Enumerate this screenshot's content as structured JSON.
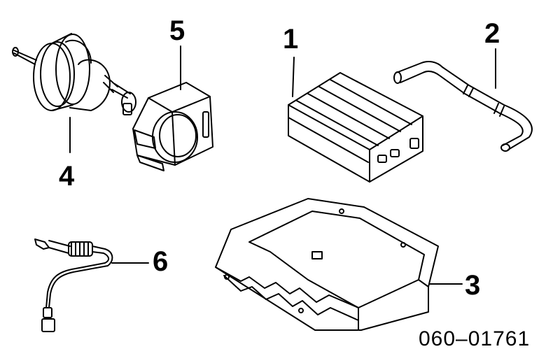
{
  "callouts": {
    "part1": "1",
    "part2": "2",
    "part3": "3",
    "part4": "4",
    "part5": "5",
    "part6": "6"
  },
  "reference_number": "060–01761"
}
